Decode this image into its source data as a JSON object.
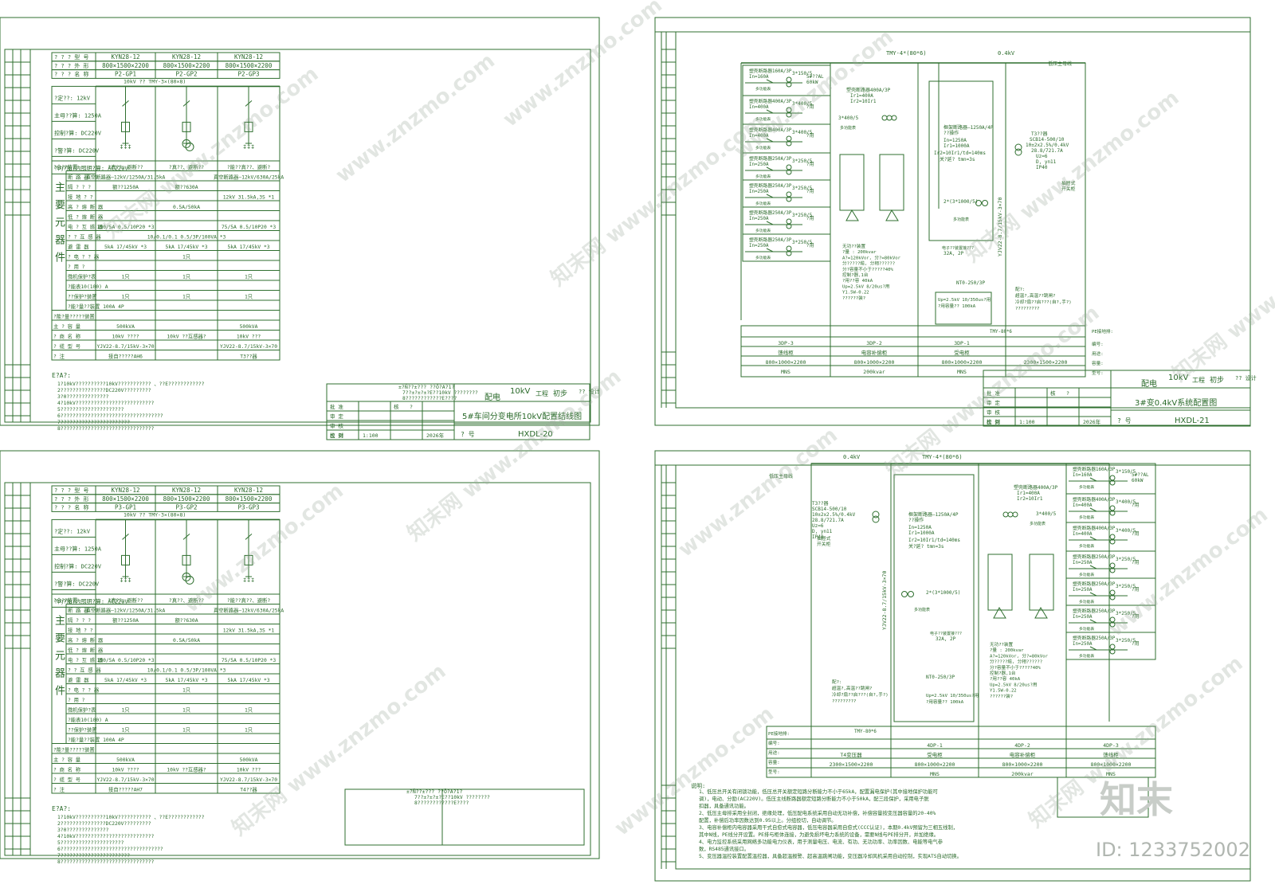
{
  "sheets": [
    {
      "id": "top-left",
      "columns": [
        {
          "header": "KYN28-12",
          "size": "800×1500×2200",
          "name": "P2-GP1"
        },
        {
          "header": "KYN28-12",
          "size": "800×1500×2200",
          "name": "P2-GP2"
        },
        {
          "header": "KYN28-12",
          "size": "800×1500×2200",
          "name": "P2-GP3"
        }
      ],
      "row_labels": [
        "? ? ? 型 号",
        "? ? ? 外 形",
        "? ? ? 名 称"
      ],
      "bus_label": "10kV ??    TMY-3×(80×8)",
      "left_info": [
        "?定??: 12kV",
        "主母??算: 1250A",
        "控制?算: DC220V",
        "?警?算: DC220V",
        "?内?加?内照明?算: AC220V"
      ],
      "section_title": [
        "主",
        "要",
        "元",
        "器",
        "件"
      ],
      "component_rows": [
        [
          "?合??装置",
          "?真??、避断??",
          "?真??、避断??",
          "?能??真??、避断?"
        ],
        [
          "断 路 器",
          "真空断路器—12kV/1250A/31.5kA",
          "",
          "真空断路器—12kV/630A/25kA"
        ],
        [
          "隔 ? ? ?",
          "额??1250A",
          "额??630A",
          ""
        ],
        [
          "接 地 ? ?",
          "",
          "",
          "12kV 31.5kA,3S *1"
        ],
        [
          "高 ? 熔 断 器",
          "",
          "0.5A/50kA",
          ""
        ],
        [
          "低 ? 熔 断 器",
          "",
          "",
          ""
        ],
        [
          "电 ? 互 感 器",
          "100/5A  0.5/10P20 *3",
          "",
          "75/5A  0.5/10P20 *3"
        ],
        [
          "? ? 互 感 器",
          "",
          "10/0.1/0.1  0.5/3P/100VA *3",
          ""
        ],
        [
          "避 雷 器",
          "5kA 17/45kV *3",
          "5kA 17/45kV *3",
          "5kA 17/45kV *3"
        ],
        [
          "? 电 ? ? 器",
          "",
          "1只",
          ""
        ],
        [
          "? 用 ?",
          "",
          "",
          ""
        ],
        [
          "微机保护?表",
          "1只",
          "1只",
          "1只"
        ],
        [
          "?能表10(100) A",
          "",
          "",
          ""
        ],
        [
          "??保护?装置",
          "1只",
          "1只",
          "1只"
        ],
        [
          "?能?量??装置 100A 4P",
          "",
          "",
          ""
        ],
        [
          "?能?量?????装置",
          "",
          "",
          ""
        ],
        [
          "主 ? 容 量",
          "500kVA",
          "",
          "500kVA"
        ],
        [
          "? 商 名 称",
          "10kV ????",
          "10kV ??互感器?",
          "10kV ???"
        ],
        [
          "? 缆 型 号",
          "YJV22-8.7/15kV-3×70",
          "",
          "YJV22-8.7/15kV-3×70"
        ],
        [
          "? 注",
          "接自?????AH6",
          "",
          "T3??器"
        ]
      ],
      "notes_title": "E?A?:",
      "notes": [
        "1?10kV??????????10kV??????????? 、??E????????????",
        "2???????????????DC220V?????????",
        "3?0??????????????",
        "4?10kV??????????????????????????",
        "5?????????????????????",
        "6??????????????????????????????????",
        "7???????????????????????",
        "8???????????????????????????????"
      ],
      "title_block": {
        "stamp_text": "±?Ñ??±??? ??Õ?A?1?",
        "stamp_line2": "7??±?±?±?E??10kV ????????",
        "stamp_line3": "8????????????E????",
        "design_left": "配电",
        "stage_center": "10kV",
        "stage_label": "工程",
        "stage_right": "初步",
        "stage_far": "??\n设计",
        "roles": [
          "批 准",
          "审 定",
          "审 核",
          "校 对",
          "设 计",
          "制 图",
          "比 例"
        ],
        "cols": [
          "核",
          "?"
        ],
        "scale": "1:100",
        "date": "2026年",
        "drawing_no_label": "? 号",
        "drawing_title": "5#车间分变电所10kV配置结线图",
        "drawing_no": "HXDL-20"
      }
    },
    {
      "id": "bottom-left",
      "columns": [
        {
          "header": "KYN28-12",
          "size": "800×1500×2200",
          "name": "P3-GP1"
        },
        {
          "header": "KYN28-12",
          "size": "800×1500×2200",
          "name": "P3-GP2"
        },
        {
          "header": "KYN28-12",
          "size": "800×1500×2200",
          "name": "P3-GP3"
        }
      ],
      "row_labels": [
        "? ? ? 型 号",
        "? ? ? 外 形",
        "? ? ? 名 称"
      ],
      "bus_label": "10kV ??    TMY-3×(80×8)",
      "left_info": [
        "?定??: 12kV",
        "主母??算: 1250A",
        "控制?算: DC220V",
        "?警?算: DC220V",
        "?内?加?内照明?算: AC220V"
      ],
      "section_title": [
        "主",
        "要",
        "元",
        "器",
        "件"
      ],
      "component_rows": [
        [
          "?合??装置",
          "?真??、避断??",
          "?真??、避断??",
          "?能??真??、避断?"
        ],
        [
          "断 路 器",
          "真空断路器—12kV/1250A/31.5kA",
          "",
          "真空断路器—12kV/630A/25kA"
        ],
        [
          "隔 ? ? ?",
          "额??1250A",
          "额??630A",
          ""
        ],
        [
          "接 地 ? ?",
          "",
          "",
          "12kV 31.5kA,3S *1"
        ],
        [
          "高 ? 熔 断 器",
          "",
          "0.5A/50kA",
          ""
        ],
        [
          "低 ? 熔 断 器",
          "",
          "",
          ""
        ],
        [
          "电 ? 互 感 器",
          "100/5A  0.5/10P20 *3",
          "",
          "75/5A  0.5/10P20 *3"
        ],
        [
          "? ? 互 感 器",
          "",
          "10/0.1/0.1  0.5/3P/100VA *3",
          ""
        ],
        [
          "避 雷 器",
          "5kA 17/45kV *3",
          "5kA 17/45kV *3",
          "5kA 17/45kV *3"
        ],
        [
          "? 电 ? ? 器",
          "",
          "1只",
          ""
        ],
        [
          "? 用 ?",
          "",
          "",
          ""
        ],
        [
          "微机保护?表",
          "1只",
          "1只",
          "1只"
        ],
        [
          "?能表10(100) A",
          "",
          "",
          ""
        ],
        [
          "??保护?装置",
          "1只",
          "1只",
          "1只"
        ],
        [
          "?能?量??装置 100A 4P",
          "",
          "",
          ""
        ],
        [
          "?能?量?????装置",
          "",
          "",
          ""
        ],
        [
          "主 ? 容 量",
          "500kVA",
          "",
          "500kVA"
        ],
        [
          "? 商 名 称",
          "10kV ????",
          "10kV ??互感器?",
          "10kV ???"
        ],
        [
          "? 缆 型 号",
          "YJV22-8.7/15kV-3×70",
          "",
          "YJV22-8.7/15kV-3×70"
        ],
        [
          "? 注",
          "接自?????AH7",
          "",
          "T4??器"
        ]
      ],
      "notes_title": "E?A?:",
      "notes": [
        "1?10kV??????????10kV??????????? 、??E????????????",
        "2???????????????DC220V?????????",
        "3?0??????????????",
        "4?10kV??????????????????????????",
        "5?????????????????????",
        "6??????????????????????????????????",
        "7???????????????????????",
        "8???????????????????????????????"
      ],
      "stamp_text": "±?Ñ??±??? ??Õ?A?1?",
      "stamp_line2": "7??±?±?±?E??10kV ????????",
      "stamp_line3": "8????????????E????"
    },
    {
      "id": "top-right",
      "bus_label": "TMY-4*(80*6)",
      "voltage": "0.4kV",
      "bus_note": "低压主母线",
      "feeder_breakers": [
        {
          "label": "塑壳断路器160A/3P",
          "current": "In=160A",
          "ct": "3*150/5",
          "load": "5#??AL\n60kW"
        },
        {
          "label": "塑壳断路器400A/3P",
          "current": "In=400A",
          "ct": "3*400/5",
          "load": "?用"
        },
        {
          "label": "塑壳断路器400A/3P",
          "current": "In=400A",
          "ct": "3*400/5",
          "load": "?用"
        },
        {
          "label": "塑壳断路器250A/3P",
          "current": "In=250A",
          "ct": "3*250/5",
          "load": "?用"
        },
        {
          "label": "塑壳断路器250A/3P",
          "current": "In=250A",
          "ct": "3*250/5",
          "load": "?用"
        },
        {
          "label": "塑壳断路器250A/3P",
          "current": "In=250A",
          "ct": "3*250/5",
          "load": "?用"
        },
        {
          "label": "塑壳断路器250A/3P",
          "current": "In=250A",
          "ct": "3*250/5",
          "load": "?用"
        }
      ],
      "meter_label": "多功能表",
      "capacitor": {
        "breaker": "塑壳断路器400A/3P",
        "ir1": "Ir1=400A",
        "ir2": "Ir2=10Ir1",
        "ct": "3*400/5",
        "meter": "多功能表",
        "desc": [
          "无功??装置",
          "?量 : 200kvar",
          "A?=120kVor, 分?=80kVor",
          "分?????缆, 分相??????",
          "分?容量不小于?????40%",
          "控制?器,1台",
          "?用??容 40kA",
          "Up=2.5kV  8/20us?用",
          "Y1.5W-0.22",
          "??????装?"
        ]
      },
      "incomer": {
        "breaker": "框架断路器—1250A/4P",
        "type": "??操作",
        "in": "In=1250A",
        "ir1": "Ir1=1000A",
        "ir2": "Ir2=10Ir1/td=140ms",
        "tmn": "关?延?  tmn=3s",
        "ct": "2*(3*1000/5)",
        "meter": "多功能表",
        "spd": "32A, 2P",
        "spd_label": "电子??装置接???",
        "fuse": "NT0-250/3P",
        "surge": "Up=2.5kV  10/350us?用",
        "surge2": "?用容量??  100kA"
      },
      "transformer": {
        "name": "T3??器",
        "model": "SCB14-500/10",
        "ratio": "10±2x2.5%/0.4kV",
        "imp": "28.8/721.7A",
        "uk": "Uz=6",
        "dyn": "D, yn11",
        "ip": "IP40",
        "cable": "YJV22-8.7/15kV-3×70",
        "cab_label": "抽屉式\n开关柜",
        "notes": [
          "配?:",
          "超温?,高温??跳闸?",
          "冷却?扇??启???(自?,手?)",
          "?????????"
        ]
      },
      "bottom_table": {
        "row_labels": [
          "编号:",
          "用途:",
          "容量:",
          "型号:"
        ],
        "extra_label": "PE接地排:",
        "pe_label": "TMY-80*6",
        "cols": [
          {
            "code": "3DP-3",
            "use": "馈线柜",
            "size": "800×1000×2200",
            "type": "MNS"
          },
          {
            "code": "3DP-2",
            "use": "电容补偿柜",
            "size": "800×1000×2200",
            "type": "200kvar"
          },
          {
            "code": "3DP-1",
            "use": "受电柜",
            "size": "800×1000×2200",
            "type": "MNS"
          },
          {
            "code": "",
            "use": "",
            "size": "2300×1500×2200",
            "type": ""
          }
        ]
      },
      "title_block": {
        "design_left": "配电",
        "stage_center": "10kV",
        "stage_label": "工程",
        "stage_right": "初步",
        "stage_far": "??\n设计",
        "roles": [
          "批 准",
          "审 定",
          "审 核",
          "校 对",
          "设 计",
          "制 图",
          "比 例"
        ],
        "cols": [
          "核",
          "?"
        ],
        "scale": "1:100",
        "date": "2026年",
        "drawing_no_label": "? 号",
        "drawing_title": "3#变0.4kV系统配置图",
        "drawing_no": "HXDL-21"
      }
    },
    {
      "id": "bottom-right",
      "voltage": "0.4kV",
      "bus_label": "TMY-4*(80*6)",
      "bus_note": "低压主母线",
      "transformer": {
        "name": "T3??器",
        "model": "SCB14-500/10",
        "ratio": "10±2x2.5%/0.4kV",
        "imp": "28.8/721.7A",
        "uk": "Uz=6",
        "dyn": "D, yn11",
        "ip": "IP40",
        "cable": "YJV22-8.7/15kV-3×70",
        "cab_label": "抽屉式\n开关柜",
        "notes": [
          "配?:",
          "超温?,高温??跳闸?",
          "冷却?扇??启???(自?,手?)",
          "?????????"
        ]
      },
      "incomer": {
        "breaker": "框架断路器—1250A/4P",
        "type": "??操作",
        "in": "In=1250A",
        "ir1": "Ir1=1000A",
        "ir2": "Ir2=10Ir1/td=140ms",
        "tmn": "关?延?  tmn=3s",
        "ct": "2*(3*1000/5)",
        "meter": "多功能表",
        "spd": "32A, 2P",
        "spd_label": "电子??装置接???",
        "fuse": "NT0-250/3P",
        "surge": "Up=2.5kV  10/350us?用",
        "surge2": "?用容量??  100kA"
      },
      "capacitor": {
        "breaker": "塑壳断路器400A/3P",
        "ir1": "Ir1=400A",
        "ir2": "Ir2=10Ir1",
        "ct": "3*400/5",
        "meter": "多功能表",
        "desc": [
          "无功??装置",
          "?量 : 200kvar",
          "A?=120kVor, 分?=80kVor",
          "分?????缆, 分相??????",
          "分?容量不小于?????40%",
          "控制?器,1台",
          "?用??容 40kA",
          "Up=2.5kV  8/20us?用",
          "Y1.5W-0.22",
          "??????装?"
        ]
      },
      "feeder_breakers": [
        {
          "label": "塑壳断路器160A/3P",
          "current": "In=160A",
          "ct": "3*150/5",
          "load": "5#??AL\n60kW"
        },
        {
          "label": "塑壳断路器400A/3P",
          "current": "In=400A",
          "ct": "3*400/5",
          "load": "?用"
        },
        {
          "label": "塑壳断路器400A/3P",
          "current": "In=400A",
          "ct": "3*400/5",
          "load": "?用"
        },
        {
          "label": "塑壳断路器250A/3P",
          "current": "In=250A",
          "ct": "3*250/5",
          "load": "?用"
        },
        {
          "label": "塑壳断路器250A/3P",
          "current": "In=250A",
          "ct": "3*250/5",
          "load": "?用"
        },
        {
          "label": "塑壳断路器250A/3P",
          "current": "In=250A",
          "ct": "3*250/5",
          "load": "?用"
        },
        {
          "label": "塑壳断路器250A/3P",
          "current": "In=250A",
          "ct": "3*250/5",
          "load": "?用"
        }
      ],
      "meter_label": "多功能表",
      "bottom_table": {
        "row_labels": [
          "PE接地排:",
          "编号:",
          "用途:",
          "容量:",
          "型号:"
        ],
        "pe_label": "TMY-80*6",
        "cols": [
          {
            "code": "",
            "use": "T4变压器",
            "size": "2300×1500×2200",
            "type": ""
          },
          {
            "code": "4DP-1",
            "use": "受电柜",
            "size": "800×1000×2200",
            "type": "MNS"
          },
          {
            "code": "4DP-2",
            "use": "电容补偿柜",
            "size": "800×1000×2200",
            "type": "200kvar"
          },
          {
            "code": "4DP-3",
            "use": "馈线柜",
            "size": "800×1000×2200",
            "type": "MNS"
          }
        ]
      },
      "notes_title": "说明:",
      "notes": [
        "1、低压总开关有闭锁功能，低压总开关额定短路分断能力不小于65kA，配置漏电保护(其中接地保护功能可",
        "调)，电动、分励(AC220V)。低压主线断路器额定短路分断能力不小于50kA，配三段保护，采用电子脱",
        "扣器，具备通讯功能。",
        "2、低压主母排采用全封闭，绝缘处理，低压配电系统采用自动无功补偿，补偿容量按变压器容量的20-40%",
        "配置，补偿后功率因数达到0.95以上。分组投切，自动调节。",
        "3、电容补偿柜内电容器采用干式自愈式电容器，低压电容器采用自愈式(CCC认证)，本期0.4kV预留为三相五线制，",
        "其中N线，PE线分开设置。PE排与柜体连接，为避免损坏电力系统的设备，需要N线与PE排分开，并加绝缘。",
        "4、电力监控系统采用网络多功能电力仪表，用于测量电压、电流、有功、无功功率、功率因数、电能等电气参",
        "数，RS485通讯接口。",
        "5、变压器温控装置配置温控器，具备超温报警、超高温跳闸功能，变压器冷却风机采用自动控制，实现ATS自动切换。"
      ]
    }
  ],
  "watermarks": {
    "site": "www.znzmo.com",
    "cn": "知末网",
    "brand": "知末",
    "id": "ID: 1233752002"
  }
}
